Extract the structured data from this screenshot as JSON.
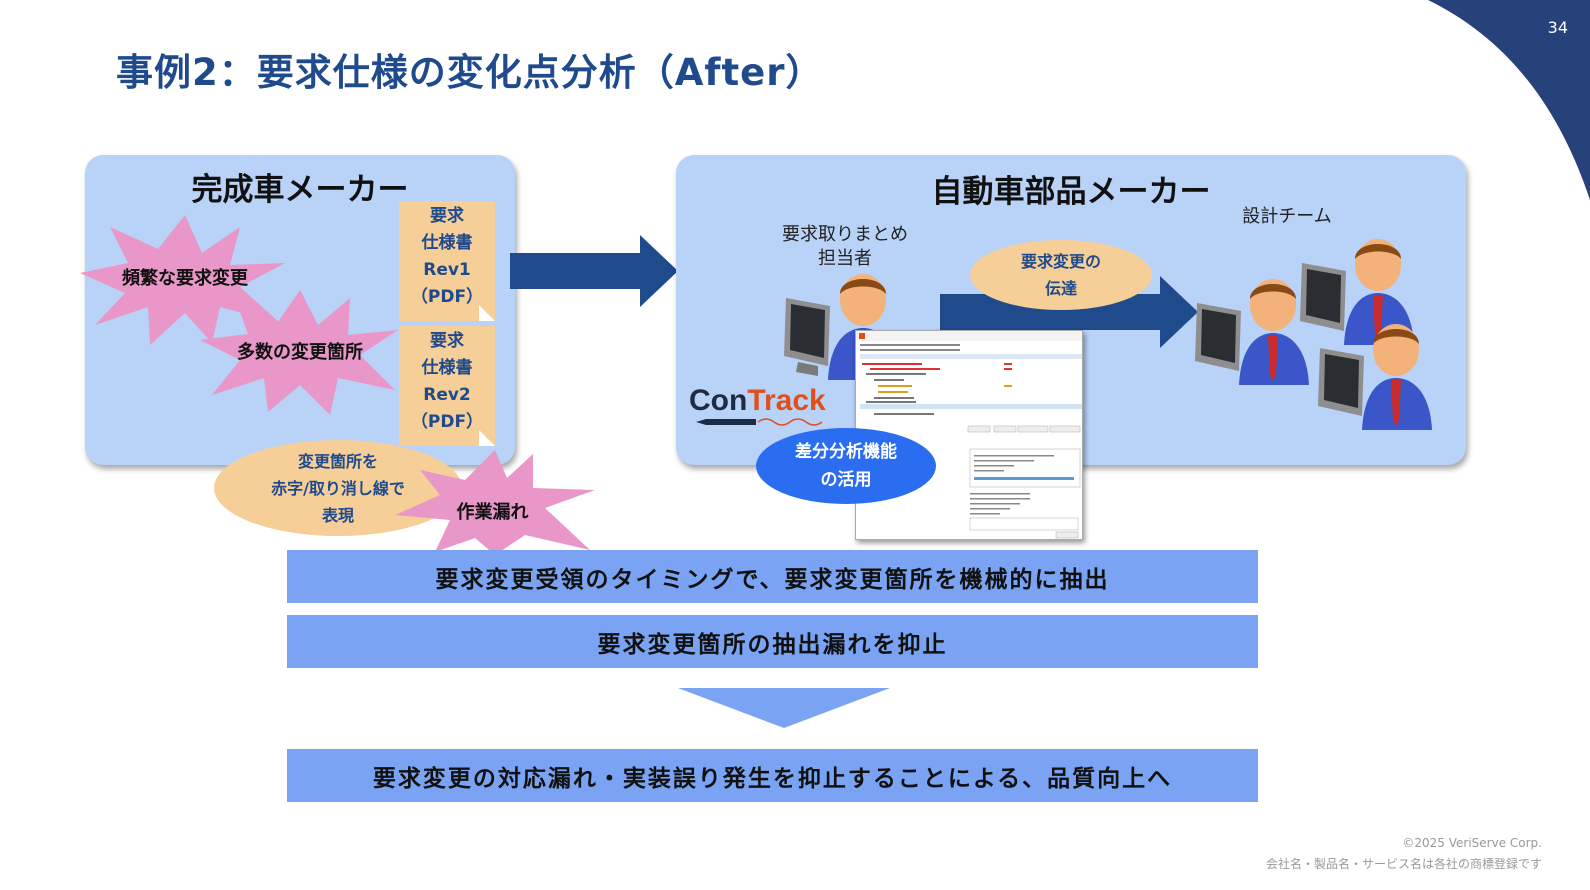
{
  "slide": {
    "title": "事例2：要求仕様の変化点分析（After）",
    "page_number": "34"
  },
  "oem_panel": {
    "title": "完成車メーカー",
    "doc1": {
      "line1": "要求",
      "line2": "仕様書",
      "line3": "Rev1",
      "line4": "（PDF）"
    },
    "doc2": {
      "line1": "要求",
      "line2": "仕様書",
      "line3": "Rev2",
      "line4": "（PDF）"
    },
    "burst1": "頻繁な要求変更",
    "burst2": "多数の変更箇所",
    "ellipse": {
      "line1": "変更箇所を",
      "line2": "赤字/取り消し線で",
      "line3": "表現"
    },
    "burst3": "作業漏れ"
  },
  "supplier_panel": {
    "title": "自動車部品メーカー",
    "coordinator_label": {
      "line1": "要求取りまとめ",
      "line2": "担当者"
    },
    "design_team_label": "設計チーム",
    "transfer_ellipse": {
      "line1": "要求変更の",
      "line2": "伝達"
    },
    "tool_logo": {
      "part1": "Con",
      "part2": "Track"
    },
    "feature_ellipse": {
      "line1": "差分分析機能",
      "line2": "の活用"
    }
  },
  "outcomes": {
    "bar1": "要求変更受領のタイミングで、要求変更箇所を機械的に抽出",
    "bar2": "要求変更箇所の抽出漏れを抑止",
    "bar3": "要求変更の対応漏れ・実装誤り発生を抑止することによる、品質向上へ"
  },
  "footer": {
    "copyright": "©2025 VeriServe Corp.",
    "trademark": "会社名・製品名・サービス名は各社の商標登録です"
  },
  "colors": {
    "title": "#1f4a8c",
    "panel": "#b8d2f8",
    "doc": "#f6cf98",
    "burst": "#e996c8",
    "bar": "#7aa3f3",
    "arrow": "#1f4a8c",
    "corner": "#27417a"
  }
}
